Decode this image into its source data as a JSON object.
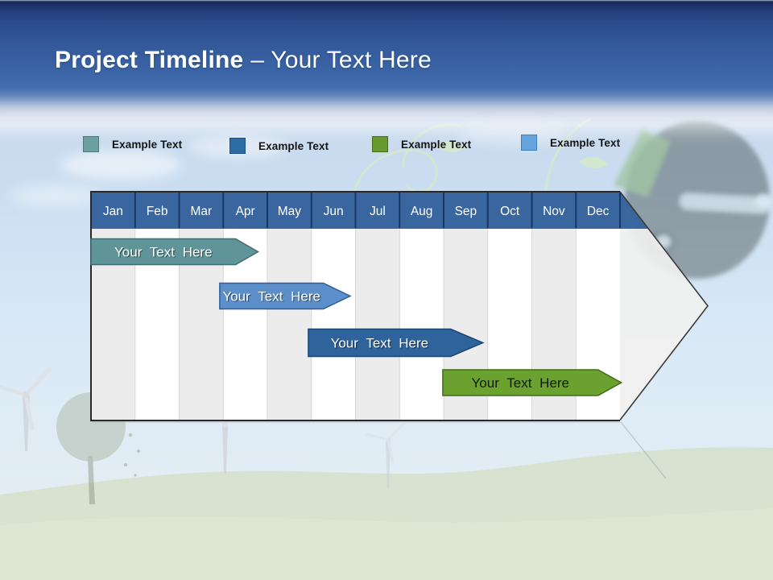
{
  "slide": {
    "title": {
      "bold": "Project Timeline",
      "rest": "– Your Text Here"
    }
  },
  "legend": {
    "items": [
      {
        "label": "Example Text",
        "color": "#6fa0a0",
        "border": "#4d7a7a"
      },
      {
        "label": "Example Text",
        "color": "#2e6da4",
        "border": "#1c4f82"
      },
      {
        "label": "Example Text",
        "color": "#669a2e",
        "border": "#47701d"
      },
      {
        "label": "Example Text",
        "color": "#67a5de",
        "border": "#3c7ec0"
      }
    ]
  },
  "timeline": {
    "months": [
      "Jan",
      "Feb",
      "Mar",
      "Apr",
      "May",
      "Jun",
      "Jul",
      "Aug",
      "Sep",
      "Oct",
      "Nov",
      "Dec"
    ],
    "header": {
      "fill": "#39669f",
      "separator": "#173767",
      "text_color": "#ffffff"
    },
    "column_stripe_color": "#ececec",
    "arrow_fill": "#f2f2f0",
    "bars": [
      {
        "label": "Your Text Here",
        "start_month": 0.0,
        "end_month": 3.28,
        "tip_month": 3.79,
        "fill": "#5f9598",
        "stroke": "#416f70",
        "text_color": "#ffffff"
      },
      {
        "label": "Your Text Here",
        "start_month": 2.92,
        "end_month": 5.27,
        "tip_month": 5.88,
        "fill": "#5c8fc9",
        "stroke": "#2e5f9a",
        "text_color": "#ffffff"
      },
      {
        "label": "Your Text Here",
        "start_month": 4.93,
        "end_month": 8.16,
        "tip_month": 8.89,
        "fill": "#2f639b",
        "stroke": "#1c4677",
        "text_color": "#ffffff"
      },
      {
        "label": "Your Text Here",
        "start_month": 7.98,
        "end_month": 11.5,
        "tip_month": 12.03,
        "fill": "#6ba22f",
        "stroke": "#436c1a",
        "text_color": "#101c06"
      }
    ]
  }
}
